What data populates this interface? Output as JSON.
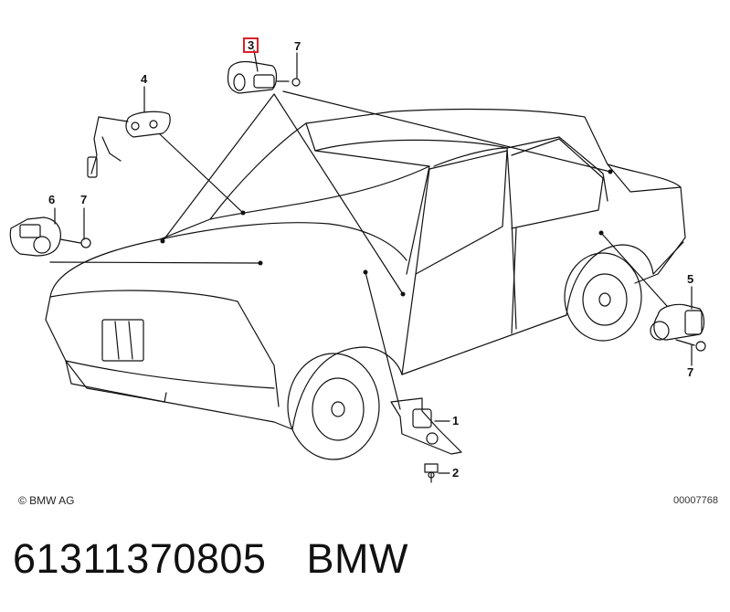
{
  "diagram": {
    "callouts": [
      {
        "id": "3",
        "label": "3",
        "highlighted": true
      },
      {
        "id": "7a",
        "label": "7"
      },
      {
        "id": "4",
        "label": "4"
      },
      {
        "id": "6",
        "label": "6"
      },
      {
        "id": "7b",
        "label": "7"
      },
      {
        "id": "5",
        "label": "5"
      },
      {
        "id": "7c",
        "label": "7"
      },
      {
        "id": "1",
        "label": "1"
      },
      {
        "id": "2",
        "label": "2"
      }
    ],
    "highlight_color": "#d9212b",
    "line_color": "#111111"
  },
  "footer": {
    "copyright": "© BMW AG",
    "document_number": "00007768"
  },
  "part": {
    "number": "61311370805",
    "brand": "BMW"
  }
}
